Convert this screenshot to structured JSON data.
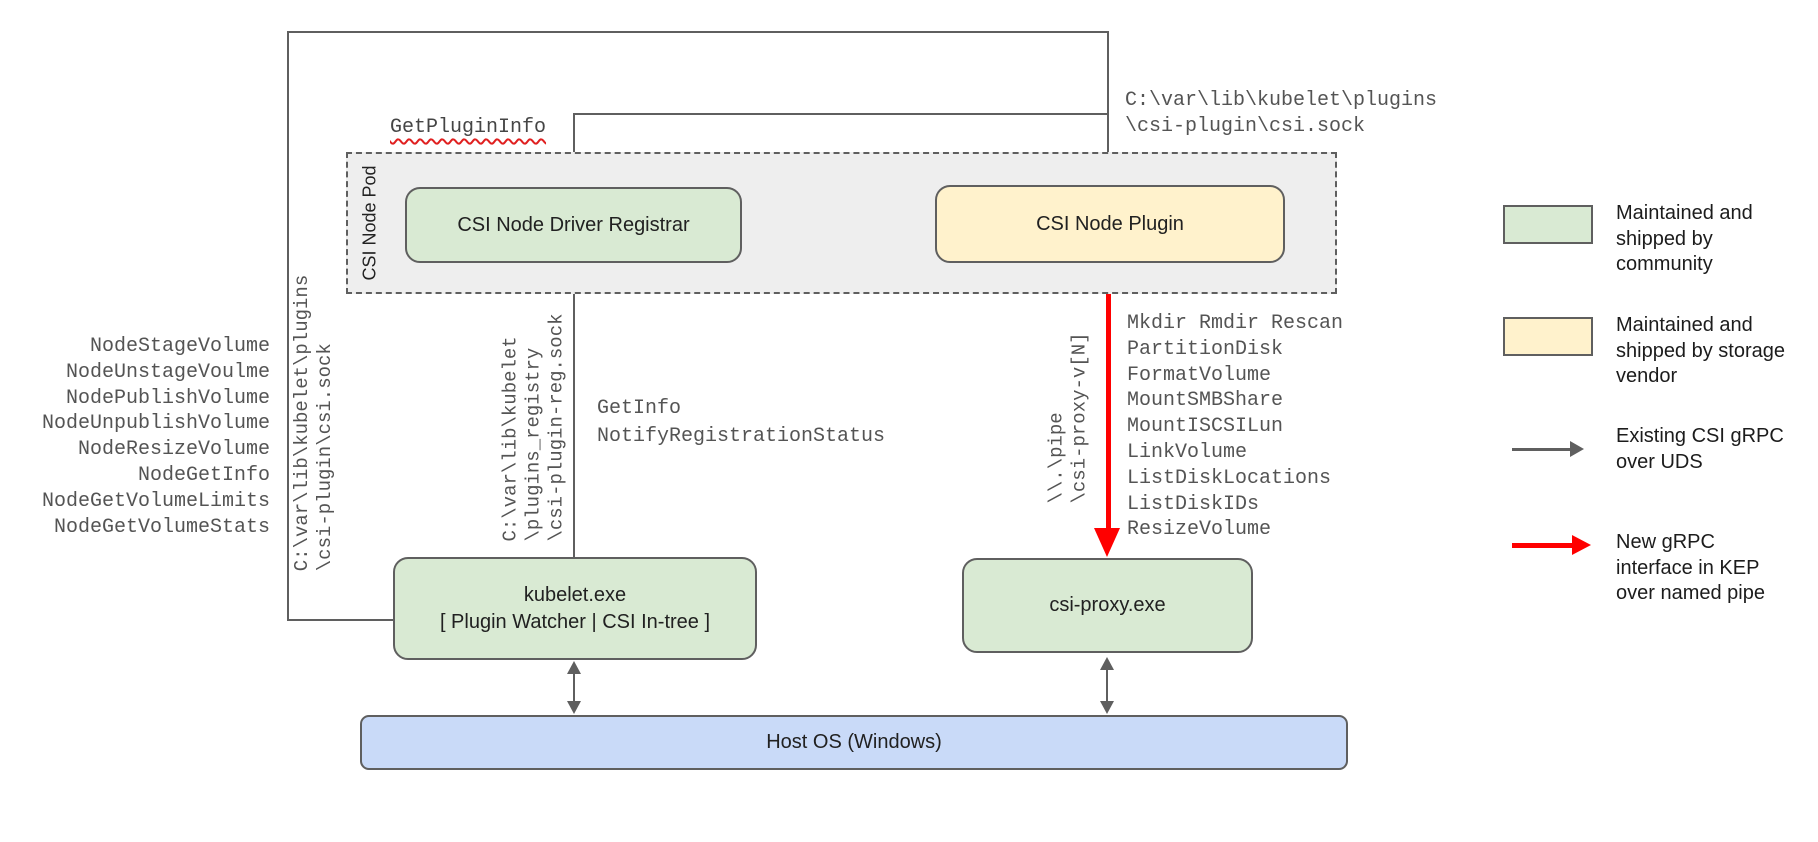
{
  "diagram": {
    "pod_label": "CSI Node Pod",
    "registrar_label": "CSI Node Driver Registrar",
    "plugin_label": "CSI Node Plugin",
    "kubelet_name": "kubelet.exe",
    "kubelet_sub": "[ Plugin Watcher | CSI In-tree ]",
    "csi_proxy_label": "csi-proxy.exe",
    "host_os_label": "Host OS (Windows)",
    "get_plugin_info": "GetPluginInfo"
  },
  "paths": {
    "csi_sock_lines": [
      "C:\\var\\lib\\kubelet\\plugins",
      "\\csi-plugin\\csi.sock"
    ],
    "plugins_sock_rotated": [
      "C:\\var\\lib\\kubelet\\plugins",
      "\\csi-plugin\\csi.sock"
    ],
    "registry_sock_rotated": [
      "C:\\var\\lib\\kubelet",
      "\\plugins_registry",
      "\\csi-plugin-reg.sock"
    ],
    "named_pipe_rotated": [
      "\\\\.\\pipe",
      "\\csi-proxy-v[N]"
    ]
  },
  "node_methods": [
    "NodeStageVolume",
    "NodeUnstageVoulme",
    "NodePublishVolume",
    "NodeUnpublishVolume",
    "NodeResizeVolume",
    "NodeGetInfo",
    "NodeGetVolumeLimits",
    "NodeGetVolumeStats"
  ],
  "registration_methods": [
    "GetInfo",
    "NotifyRegistrationStatus"
  ],
  "proxy_methods": [
    "Mkdir Rmdir Rescan",
    "PartitionDisk",
    "FormatVolume",
    "MountSMBShare",
    "MountISCSILun",
    "LinkVolume",
    "ListDiskLocations",
    "ListDiskIDs",
    "ResizeVolume"
  ],
  "legend": {
    "items": [
      {
        "kind": "green-swatch",
        "label": "Maintained and shipped by community"
      },
      {
        "kind": "yellow-swatch",
        "label": "Maintained and shipped by storage vendor"
      },
      {
        "kind": "gray-arrow",
        "label": "Existing CSI gRPC over UDS"
      },
      {
        "kind": "red-arrow",
        "label": "New gRPC interface in KEP over named pipe"
      }
    ]
  },
  "colors": {
    "community_green": "#d9ead3",
    "vendor_yellow": "#fff2cc",
    "host_blue": "#c9daf8",
    "pod_gray": "#eeeeee",
    "line_gray": "#5f5f5f",
    "new_rpc_red": "#ff0000",
    "squiggle_red": "#e02020"
  }
}
